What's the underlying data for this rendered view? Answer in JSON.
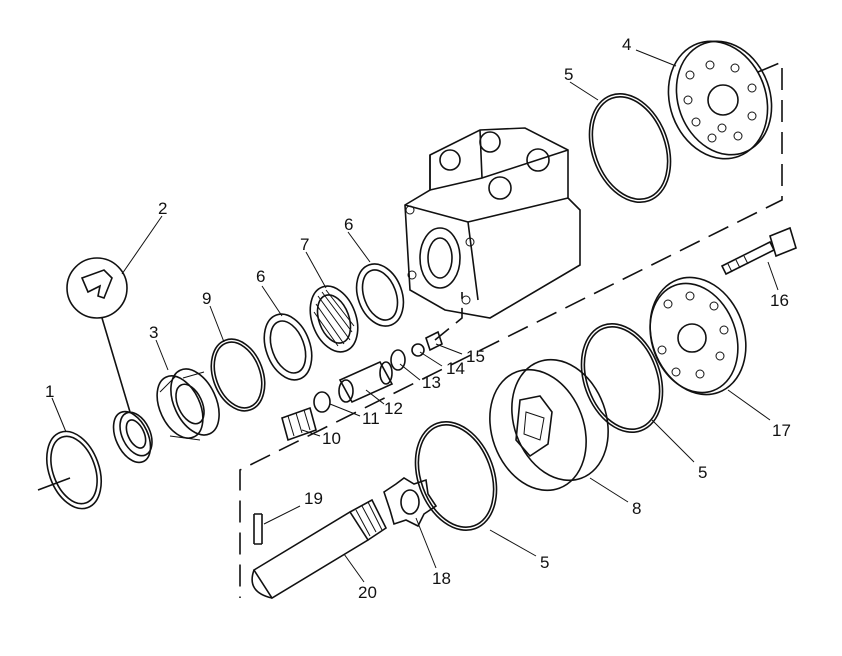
{
  "colors": {
    "ink": "#111111",
    "background": "#ffffff"
  },
  "callouts": [
    {
      "id": "label-1",
      "text": "1"
    },
    {
      "id": "label-2",
      "text": "2"
    },
    {
      "id": "label-3",
      "text": "3"
    },
    {
      "id": "label-4",
      "text": "4"
    },
    {
      "id": "label-5a",
      "text": "5"
    },
    {
      "id": "label-5b",
      "text": "5"
    },
    {
      "id": "label-5c",
      "text": "5"
    },
    {
      "id": "label-6a",
      "text": "6"
    },
    {
      "id": "label-6b",
      "text": "6"
    },
    {
      "id": "label-7",
      "text": "7"
    },
    {
      "id": "label-8",
      "text": "8"
    },
    {
      "id": "label-9",
      "text": "9"
    },
    {
      "id": "label-10",
      "text": "10"
    },
    {
      "id": "label-11",
      "text": "11"
    },
    {
      "id": "label-12",
      "text": "12"
    },
    {
      "id": "label-13",
      "text": "13"
    },
    {
      "id": "label-14",
      "text": "14"
    },
    {
      "id": "label-15",
      "text": "15"
    },
    {
      "id": "label-16",
      "text": "16"
    },
    {
      "id": "label-17",
      "text": "17"
    },
    {
      "id": "label-18",
      "text": "18"
    },
    {
      "id": "label-19",
      "text": "19"
    },
    {
      "id": "label-20",
      "text": "20"
    }
  ]
}
